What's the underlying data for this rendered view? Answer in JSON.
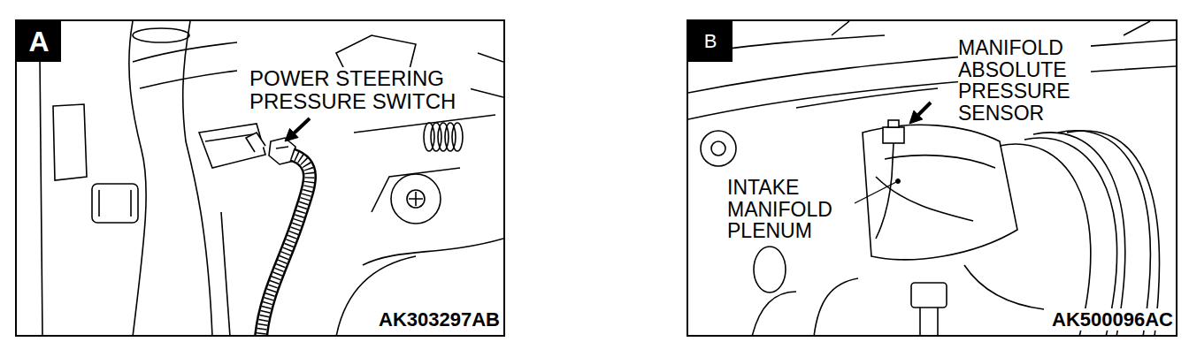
{
  "diagram": {
    "nodes": [
      {
        "text": [
          "POWER STEERING PRESSURE SWITCH",
          "AK303297AB"
        ]
      },
      {
        "text": [
          "A"
        ],
        "in": 0
      },
      {
        "text": [
          "MANIFOLD ABSOLUTE PRESSURE SENSOR",
          "INTAKE MANIFOLD PLENUM",
          "AK500096AC"
        ]
      },
      {
        "text": [
          "B"
        ],
        "in": 2
      }
    ]
  }
}
